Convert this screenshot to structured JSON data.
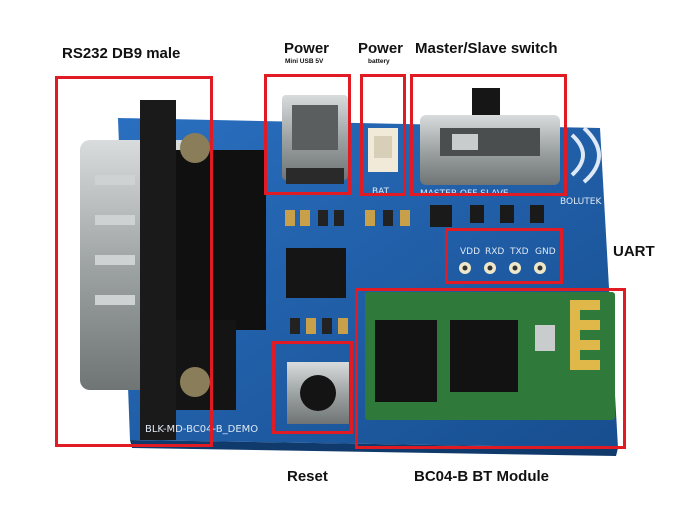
{
  "labels": {
    "rs232": "RS232 DB9 male",
    "power_usb": "Power",
    "power_usb_sub": "Mini USB 5V",
    "power_bat": "Power",
    "power_bat_sub": "battery",
    "switch": "Master/Slave switch",
    "uart": "UART",
    "reset": "Reset",
    "bt_module": "BC04-B BT Module"
  },
  "silkscreen": {
    "bat": "BAT",
    "switch_modes": "MASTER OFF SLAVE",
    "brand": "BOLUTEK",
    "pins": [
      "VDD",
      "RXD",
      "TXD",
      "GND"
    ],
    "board_name": "BLK-MD-BC04-B_DEMO"
  },
  "colors": {
    "pcb": "#1f5fa8",
    "module": "#2f7a3a",
    "highlight": "#e01b24"
  }
}
